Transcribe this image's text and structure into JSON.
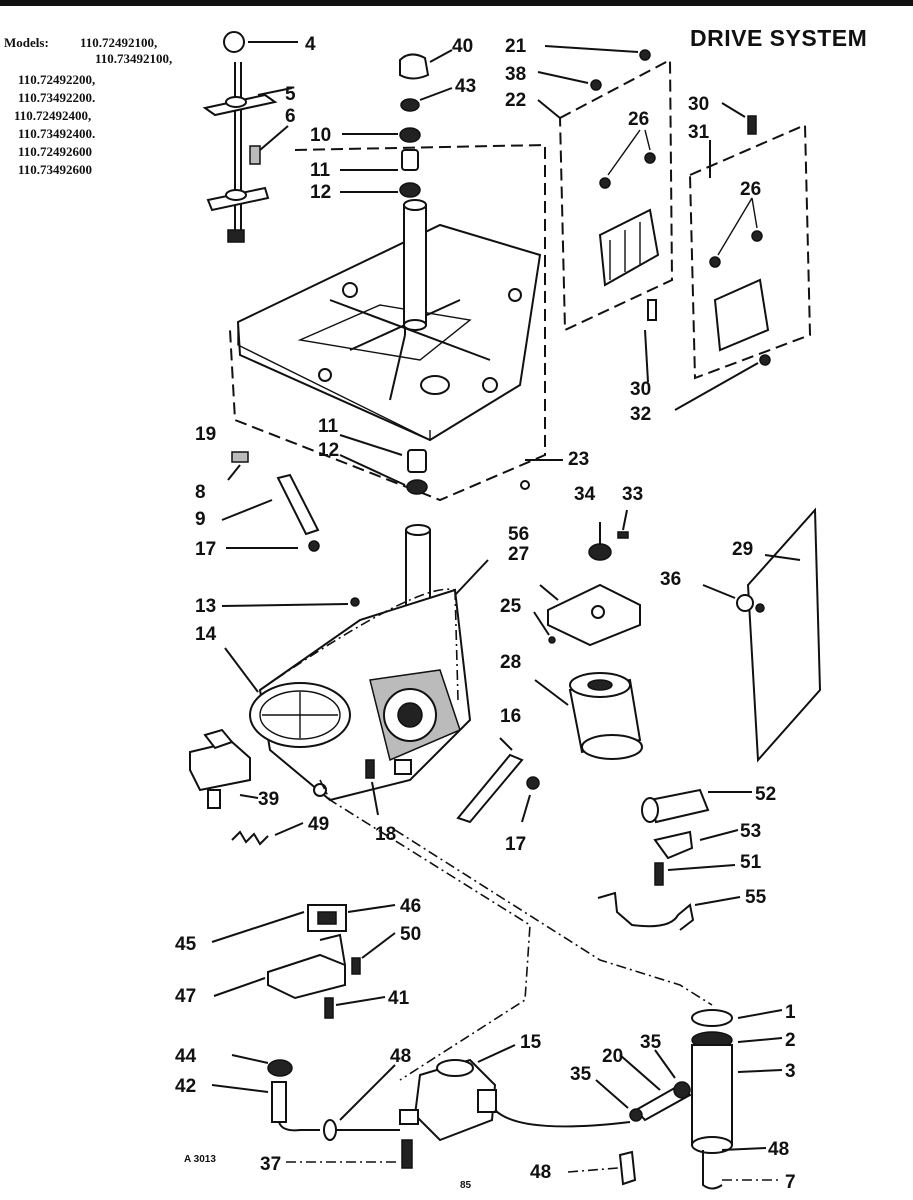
{
  "title": "DRIVE SYSTEM",
  "models_label": "Models:",
  "models": [
    "110.72492100,",
    "110.73492100,",
    "110.72492200,",
    "110.73492200.",
    "110.72492400,",
    "110.73492400.",
    "110.72492600",
    "110.73492600"
  ],
  "footer_left": "A 3013",
  "footer_page": "85",
  "callouts": {
    "c1": "1",
    "c2": "2",
    "c3": "3",
    "c4": "4",
    "c5": "5",
    "c6": "6",
    "c7": "7",
    "c8": "8",
    "c9": "9",
    "c10": "10",
    "c11a": "11",
    "c11b": "11",
    "c12a": "12",
    "c12b": "12",
    "c13": "13",
    "c14": "14",
    "c15": "15",
    "c16": "16",
    "c17a": "17",
    "c17b": "17",
    "c18": "18",
    "c19": "19",
    "c20": "20",
    "c21": "21",
    "c22": "22",
    "c23": "23",
    "c25": "25",
    "c26a": "26",
    "c26b": "26",
    "c27": "27",
    "c28": "28",
    "c29": "29",
    "c30a": "30",
    "c30b": "30",
    "c31": "31",
    "c32": "32",
    "c33": "33",
    "c34": "34",
    "c35a": "35",
    "c35b": "35",
    "c36": "36",
    "c37": "37",
    "c38": "38",
    "c39": "39",
    "c40": "40",
    "c41": "41",
    "c42": "42",
    "c43": "43",
    "c44": "44",
    "c45": "45",
    "c46": "46",
    "c47": "47",
    "c48a": "48",
    "c48b": "48",
    "c48c": "48",
    "c49": "49",
    "c50": "50",
    "c51": "51",
    "c52": "52",
    "c53": "53",
    "c55": "55",
    "c56": "56"
  }
}
